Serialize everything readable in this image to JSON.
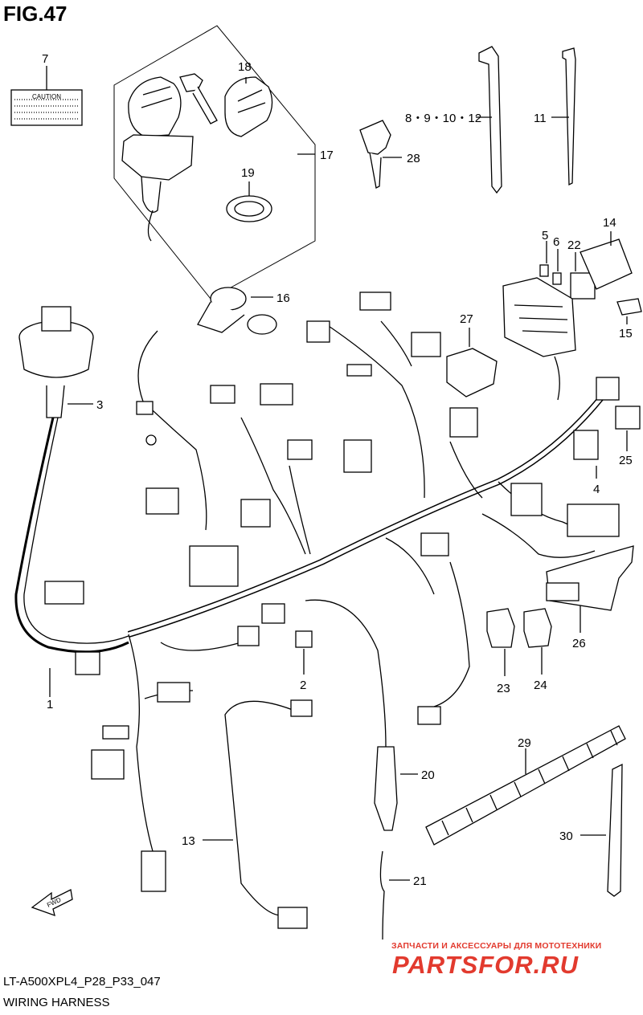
{
  "figure_title": "FIG.47",
  "footer": {
    "code": "LT-A500XPL4_P28_P33_047",
    "title": "WIRING HARNESS"
  },
  "caution_label": "CAUTION",
  "watermark": {
    "top_text": "ЗАПЧАСТИ И АКСЕССУАРЫ ДЛЯ МОТОТЕХНИКИ",
    "logo_text": "PARTSFOR.RU",
    "logo_color": "#e23a2e"
  },
  "callouts": [
    {
      "id": "c7",
      "text": "7"
    },
    {
      "id": "c18",
      "text": "18"
    },
    {
      "id": "c17",
      "text": "17"
    },
    {
      "id": "c19",
      "text": "19"
    },
    {
      "id": "c8",
      "text": "8・9・10・12"
    },
    {
      "id": "c11",
      "text": "11"
    },
    {
      "id": "c28",
      "text": "28"
    },
    {
      "id": "c5",
      "text": "5"
    },
    {
      "id": "c6",
      "text": "6"
    },
    {
      "id": "c22",
      "text": "22"
    },
    {
      "id": "c14",
      "text": "14"
    },
    {
      "id": "c15",
      "text": "15"
    },
    {
      "id": "c16",
      "text": "16"
    },
    {
      "id": "c27",
      "text": "27"
    },
    {
      "id": "c3",
      "text": "3"
    },
    {
      "id": "c25",
      "text": "25"
    },
    {
      "id": "c4",
      "text": "4"
    },
    {
      "id": "c26",
      "text": "26"
    },
    {
      "id": "c23",
      "text": "23"
    },
    {
      "id": "c24",
      "text": "24"
    },
    {
      "id": "c2",
      "text": "2"
    },
    {
      "id": "c1",
      "text": "1"
    },
    {
      "id": "c20",
      "text": "20"
    },
    {
      "id": "c29",
      "text": "29"
    },
    {
      "id": "c30",
      "text": "30"
    },
    {
      "id": "c13",
      "text": "13"
    },
    {
      "id": "c21",
      "text": "21"
    }
  ],
  "fwd_label": "FWD"
}
